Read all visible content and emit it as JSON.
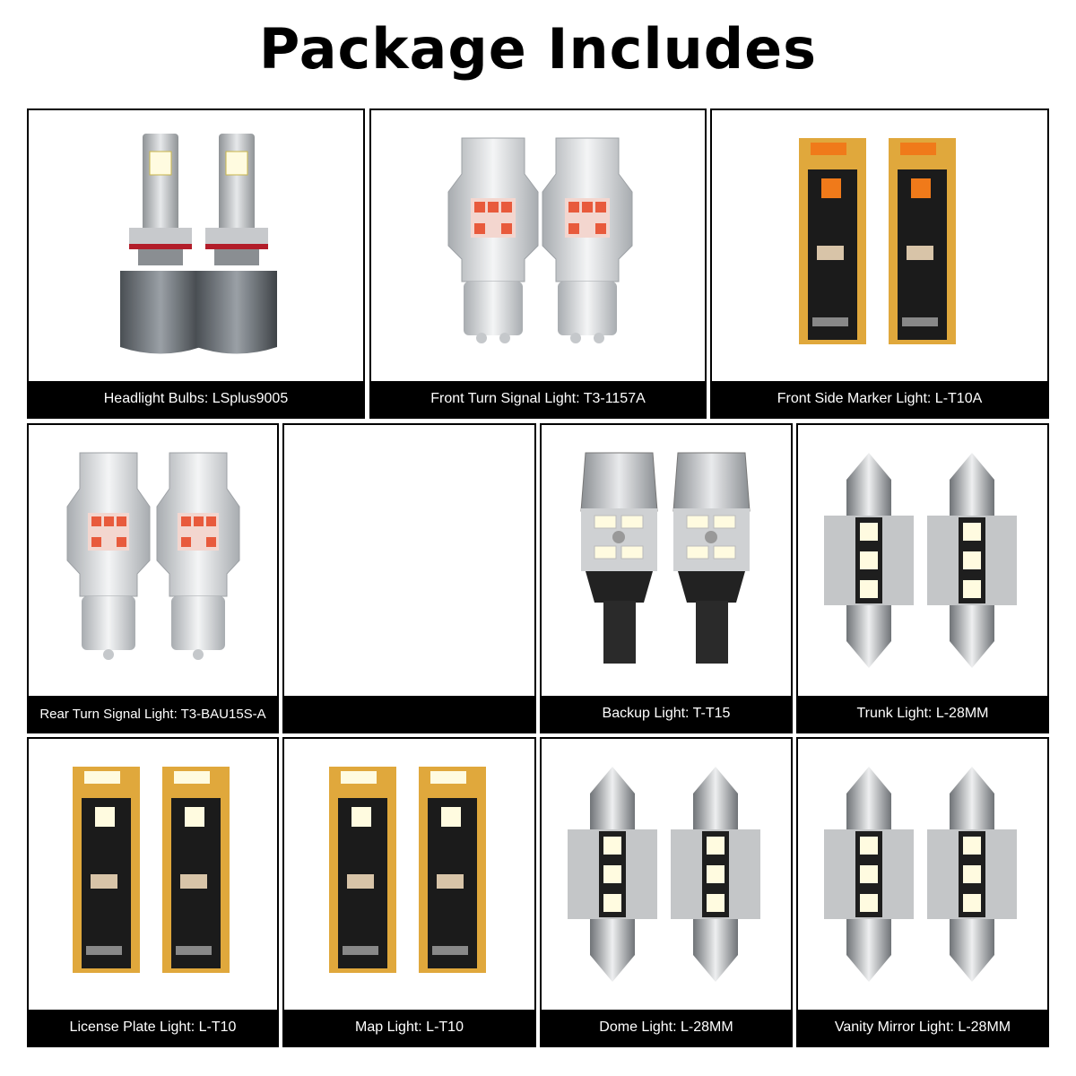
{
  "title": "Package Includes",
  "products": [
    {
      "caption": "Headlight Bulbs: LSplus9005",
      "icon": "headlight-bulb-icon"
    },
    {
      "caption": "Front Turn Signal Light: T3-1157A",
      "icon": "turn-signal-bulb-icon"
    },
    {
      "caption": "Front Side Marker Light: L-T10A",
      "icon": "wedge-bulb-amber-icon"
    },
    {
      "caption": "Rear Turn Signal Light: T3-BAU15S-A",
      "icon": "turn-signal-bulb-icon"
    },
    {
      "caption": "",
      "icon": ""
    },
    {
      "caption": "Backup Light: T-T15",
      "icon": "backup-bulb-icon"
    },
    {
      "caption": "Trunk Light: L-28MM",
      "icon": "festoon-bulb-icon"
    },
    {
      "caption": "License Plate Light: L-T10",
      "icon": "wedge-bulb-white-icon"
    },
    {
      "caption": "Map Light: L-T10",
      "icon": "wedge-bulb-white-icon"
    },
    {
      "caption": "Dome Light: L-28MM",
      "icon": "festoon-bulb-icon"
    },
    {
      "caption": "Vanity Mirror Light: L-28MM",
      "icon": "festoon-bulb-icon"
    }
  ],
  "colors": {
    "caption_bg": "#000000",
    "pcb_gold": "#e0a83c",
    "led_amber": "#f07a1a",
    "led_white": "#fffbe0",
    "led_red": "#e85a3c"
  }
}
